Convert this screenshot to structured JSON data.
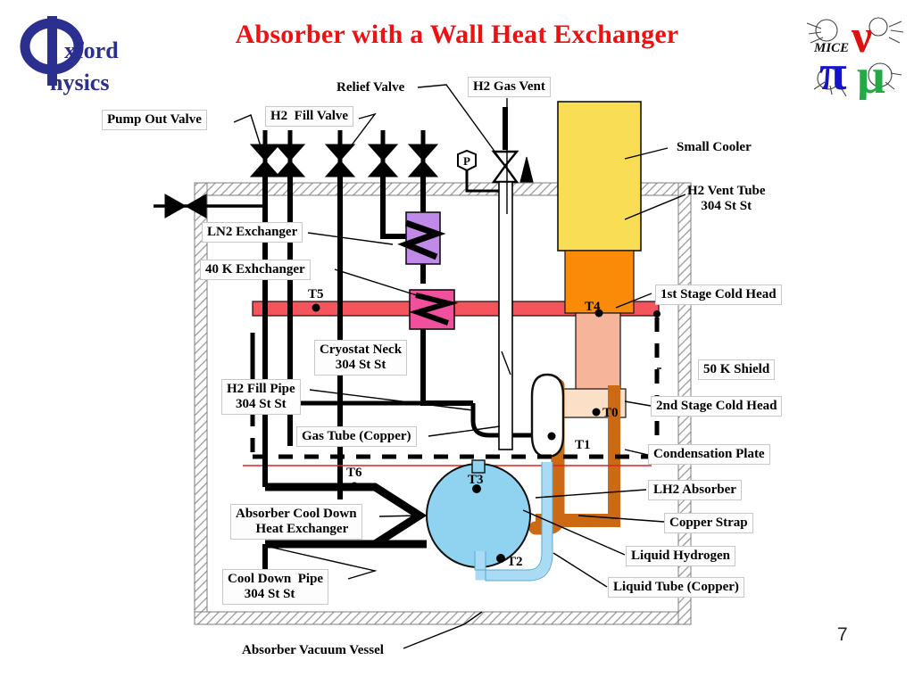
{
  "page": {
    "title": "Absorber with a Wall Heat Exchanger",
    "number": "7",
    "title_color": "#ee1111"
  },
  "logos": {
    "oxford": {
      "phi": "Φ",
      "word1": "xford",
      "word2": "hysics",
      "color": "#2b2f8f"
    },
    "mice": {
      "text": "MICE",
      "nu": "ν",
      "pi": "π",
      "mu": "μ",
      "nu_color": "#dd1111",
      "pi_color": "#1414cc",
      "mu_color": "#22aa44"
    }
  },
  "labels": {
    "pump_out_valve": "Pump Out Valve",
    "h2_fill_valve": "H2  Fill Valve",
    "relief_valve": "Relief Valve",
    "h2_gas_vent": "H2 Gas Vent",
    "small_cooler": "Small Cooler",
    "h2_vent_tube": "H2 Vent Tube\n304 St St",
    "ln2_exchanger": "LN2 Exchanger",
    "exchanger_40k": "40 K Exhchanger",
    "first_stage_cold_head": "1st Stage Cold Head",
    "shield_50k": "50 K Shield",
    "second_stage_cold_head": "2nd Stage Cold Head",
    "cryostat_neck": "Cryostat Neck\n304 St St",
    "h2_fill_pipe": "H2 Fill Pipe\n304 St St",
    "gas_tube_copper": "Gas Tube (Copper)",
    "condensation_plate": "Condensation Plate",
    "lh2_absorber": "LH2 Absorber",
    "copper_strap": "Copper Strap",
    "liquid_hydrogen": "Liquid Hydrogen",
    "liquid_tube_copper": "Liquid Tube (Copper)",
    "absorber_cool_down_hx": "Absorber Cool Down\n      Heat Exchanger",
    "cool_down_pipe": "Cool Down  Pipe\n     304 St St",
    "absorber_vacuum_vessel": "Absorber Vacuum Vessel",
    "pressure_gauge": "P"
  },
  "sensors": {
    "t0": "T0",
    "t1": "T1",
    "t2": "T2",
    "t3": "T3",
    "t4": "T4",
    "t5": "T5",
    "t6": "T6"
  },
  "colors": {
    "small_cooler": "#f9dd55",
    "first_stage": "#f98b08",
    "second_stage": "#f6b59a",
    "shield_plate": "#f4545c",
    "hx_40k": "#f0509c",
    "ln2_exchanger": "#c08ae8",
    "absorber": "#8fd3f0",
    "copper_strap": "#cc6a14",
    "condensation_fill": "#fbdfc6",
    "liquid_tube": "#a9dcf4",
    "vessel_hatch": "#d8d8d8",
    "liquid_level_line": "#dd2222"
  }
}
